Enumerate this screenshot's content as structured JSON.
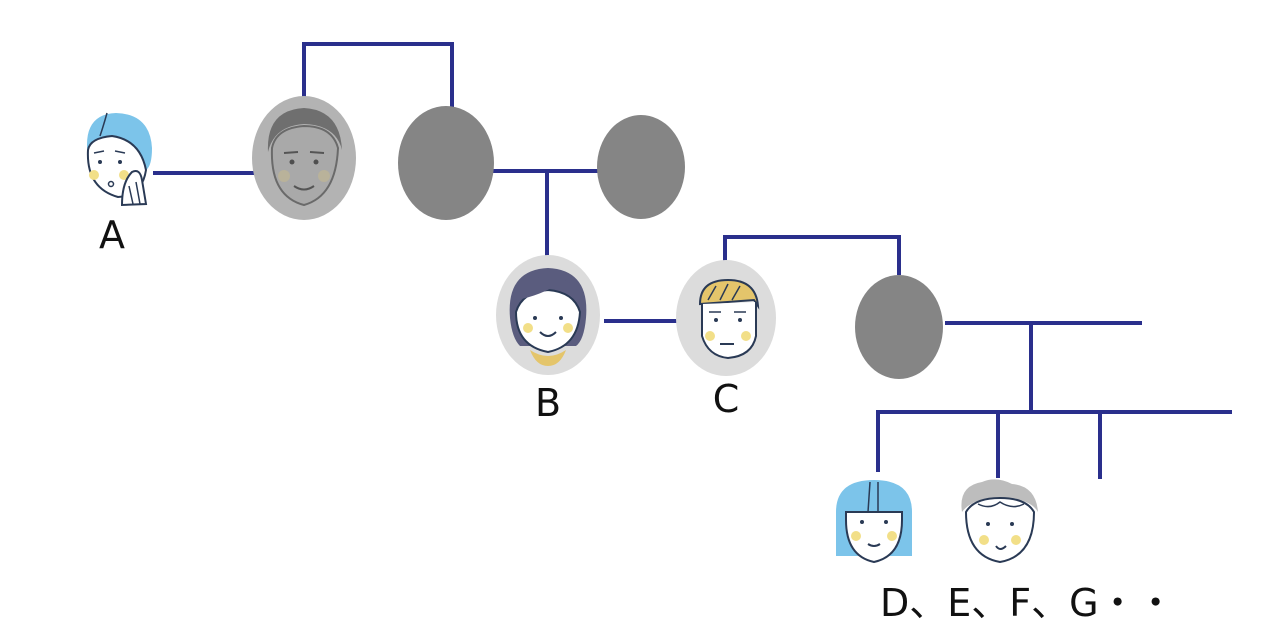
{
  "colors": {
    "line": "#2a2f8c",
    "node_dark": "#858585",
    "node_light": "#dcdcdc",
    "grandpa_bg": "#b3b3b3",
    "hair_blue": "#7cc4ea",
    "hair_navy": "#5a5c7e",
    "hair_gray": "#bdbdbd",
    "skin_outline": "#2a3a55",
    "cheek": "#f2df88",
    "accent_gold": "#e4c56b"
  },
  "people": {
    "a": {
      "label": "A",
      "icon": "worried-person-icon"
    },
    "grandfather": {
      "icon": "elderly-man-icon"
    },
    "b": {
      "label": "B",
      "icon": "woman-icon"
    },
    "c": {
      "label": "C",
      "icon": "man-icon"
    },
    "d": {
      "icon": "girl-icon"
    },
    "e": {
      "icon": "boy-icon"
    }
  },
  "children_label": "D、E、F、G・・"
}
